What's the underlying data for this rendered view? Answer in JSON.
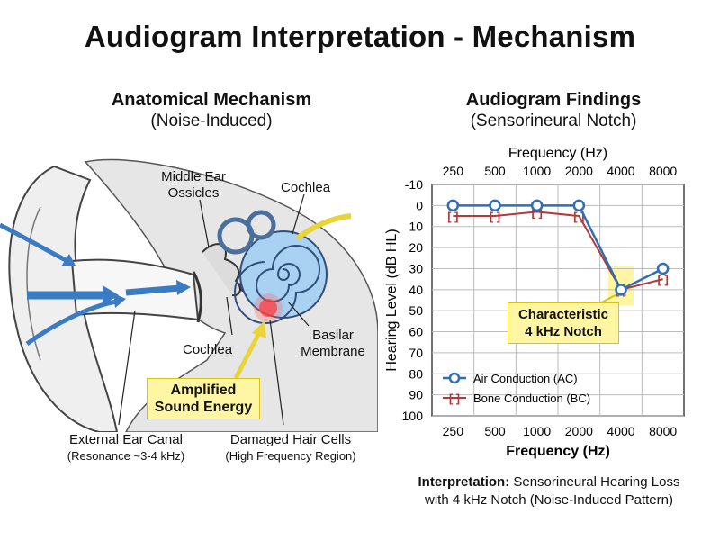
{
  "title": "Audiogram Interpretation - Mechanism",
  "anatomy": {
    "heading": "Anatomical Mechanism",
    "subheading": "(Noise-Induced)",
    "labels": {
      "middle_ear_line1": "Middle Ear",
      "middle_ear_line2": "Ossicles",
      "cochlea_top": "Cochlea",
      "cochlea_mid": "Cochlea",
      "basilar_line1": "Basilar",
      "basilar_line2": "Membrane",
      "amplified_line1": "Amplified",
      "amplified_line2": "Sound Energy",
      "canal_line1": "External Ear Canal",
      "canal_line2": "(Resonance ~3-4 kHz)",
      "hair_line1": "Damaged Hair Cells",
      "hair_line2": "(High Frequency Region)"
    }
  },
  "audiogram": {
    "heading": "Audiogram Findings",
    "subheading": "(Sensorineural Notch)",
    "notch_line1": "Characteristic",
    "notch_line2": "4 kHz Notch",
    "interpretation_bold": "Interpretation:",
    "interpretation_rest": "Sensorineural Hearing Loss",
    "interpretation_line2": "with 4 kHz Notch (Noise-Induced Pattern)"
  },
  "colors": {
    "air": "#2f6db5",
    "bone": "#b23a3a",
    "highlight": "#fff6a3",
    "cochlea": "#a9d2f2",
    "arrow": "#3b7bc4"
  },
  "chart_data": {
    "type": "line",
    "xlabel": "Frequency (Hz)",
    "ylabel": "Hearing Level (dB HL)",
    "categories": [
      "250",
      "500",
      "1000",
      "2000",
      "4000",
      "8000"
    ],
    "yticks": [
      "-10",
      "0",
      "10",
      "20",
      "30",
      "40",
      "50",
      "60",
      "70",
      "80",
      "90",
      "100"
    ],
    "ylim": [
      -10,
      100
    ],
    "y_inverted": true,
    "grid": true,
    "legend_position": "bottom-left",
    "series": [
      {
        "name": "Air Conduction (AC)",
        "marker": "circle",
        "values": [
          0,
          0,
          0,
          0,
          40,
          30
        ]
      },
      {
        "name": "Bone Conduction (BC)",
        "marker": "bracket",
        "values": [
          5,
          5,
          3,
          5,
          40,
          35
        ]
      }
    ]
  }
}
